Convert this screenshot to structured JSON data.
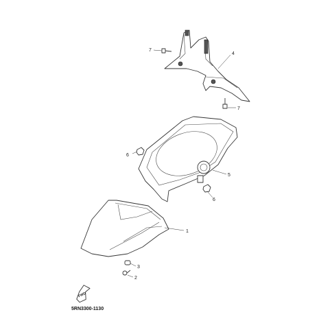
{
  "diagram": {
    "part_code": "5RN3300-1130",
    "fwd_label": "FWD",
    "callouts": [
      "7",
      "4",
      "7",
      "6",
      "5",
      "6",
      "1",
      "3",
      "2"
    ]
  }
}
